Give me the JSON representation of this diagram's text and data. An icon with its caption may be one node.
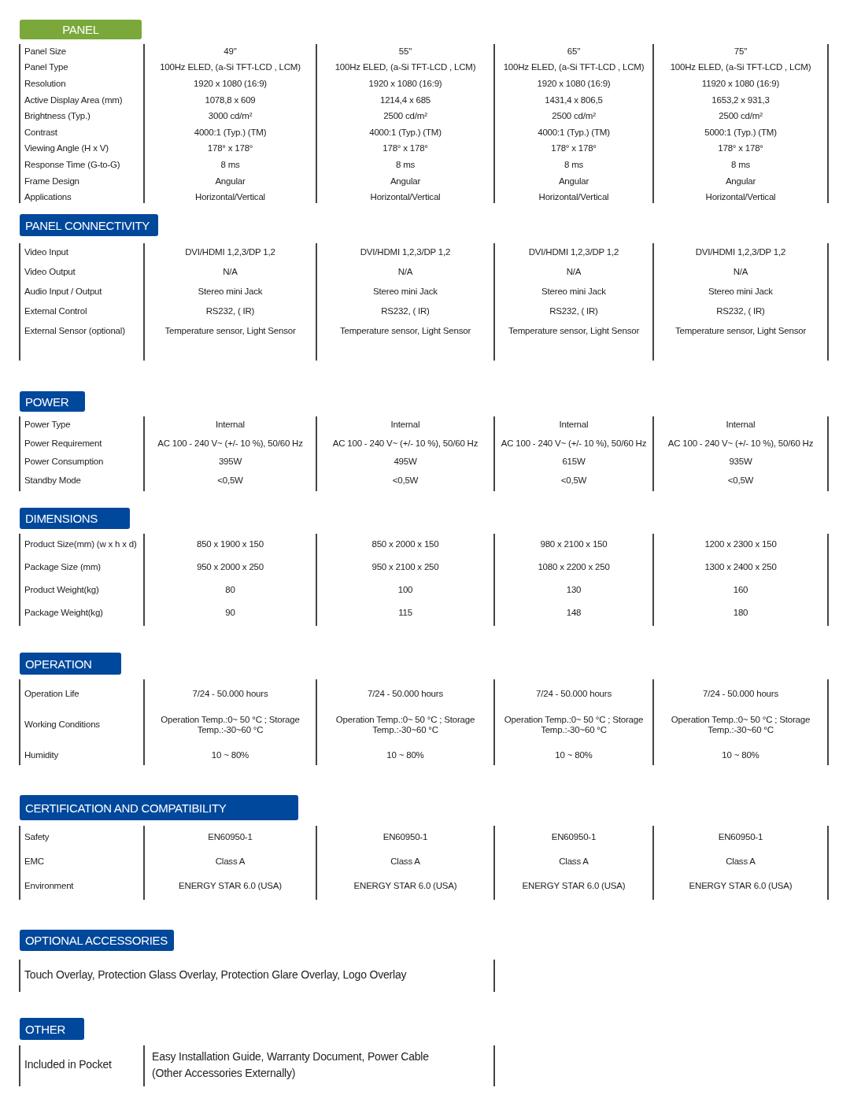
{
  "diagram": {
    "nodes": [
      {
        "text": [
          "PANEL"
        ]
      },
      {
        "text": [
          "PANEL CONNECTIVITY"
        ]
      },
      {
        "text": [
          "POWER"
        ]
      },
      {
        "text": [
          "DIMENSIONS"
        ]
      },
      {
        "text": [
          "OPERATION"
        ]
      },
      {
        "text": [
          "CERTIFICATION AND COMPATIBILITY"
        ]
      },
      {
        "text": [
          "OPTIONAL ACCESSORIES"
        ]
      },
      {
        "text": [
          "OTHER"
        ]
      }
    ],
    "labels": [
      "Panel Size",
      "49\"",
      "55\"",
      "65\"",
      "75\"",
      "Panel Type",
      "100Hz ELED,  (a-Si TFT-LCD , LCM)",
      "100Hz ELED,  (a-Si TFT-LCD , LCM)",
      "100Hz ELED,  (a-Si TFT-LCD , LCM)",
      "100Hz ELED,  (a-Si TFT-LCD , LCM)",
      "Resolution",
      "1920 x 1080 (16:9)",
      "1920 x 1080 (16:9)",
      "1920 x 1080 (16:9)",
      "11920 x 1080 (16:9)",
      "Active Display Area (mm)",
      "1078,8 x 609",
      "1214,4 x 685",
      "1431,4 x 806,5",
      "1653,2 x 931,3",
      "Brightness (Typ.)",
      "3000 cd/m²",
      "2500 cd/m²",
      "2500 cd/m²",
      "2500 cd/m²",
      "Contrast",
      "4000:1 (Typ.) (TM)",
      "4000:1 (Typ.) (TM)",
      "4000:1 (Typ.) (TM)",
      "5000:1 (Typ.) (TM)",
      "Viewing Angle (H x V)",
      "178° x 178°",
      "178° x 178°",
      "178° x 178°",
      "178° x 178°",
      "Response Time (G-to-G)",
      "8 ms",
      "8 ms",
      "8 ms",
      "8 ms",
      "Frame Design",
      "Angular",
      "Angular",
      "Angular",
      "Angular",
      "Applications",
      "Horizontal/Vertical",
      "Horizontal/Vertical",
      "Horizontal/Vertical",
      "Horizontal/Vertical",
      "Video Input",
      "DVI/HDMI 1,2,3/DP 1,2",
      "DVI/HDMI 1,2,3/DP 1,2",
      "DVI/HDMI 1,2,3/DP 1,2",
      "DVI/HDMI 1,2,3/DP 1,2",
      "Video Output",
      "N/A",
      "N/A",
      "N/A",
      "N/A",
      "Audio Input / Output",
      "Stereo mini Jack",
      "Stereo mini Jack",
      "Stereo mini Jack",
      "Stereo mini Jack",
      "External Control",
      "RS232, ( IR)",
      "RS232, ( IR)",
      "RS232, ( IR)",
      "RS232, ( IR)",
      "External Sensor (optional)",
      "Temperature sensor, Light Sensor",
      "Temperature sensor, Light Sensor",
      "Temperature sensor, Light Sensor",
      "Temperature sensor, Light Sensor",
      "Power Type",
      "Internal",
      "Internal",
      "Internal",
      "Internal",
      "Power Requirement",
      "AC 100 - 240 V~ (+/- 10 %), 50/60 Hz",
      "AC 100 - 240 V~ (+/- 10 %), 50/60 Hz",
      "AC 100 - 240 V~ (+/- 10 %), 50/60 Hz",
      "AC 100 - 240 V~ (+/- 10 %), 50/60 Hz",
      "Power Consumption",
      "395W",
      "495W",
      "615W",
      "935W",
      "Standby Mode",
      "<0,5W",
      "<0,5W",
      "<0,5W",
      "<0,5W",
      "Product Size(mm) (w x h x d)",
      "850 x 1900 x 150",
      "850 x 2000 x 150",
      "980 x 2100 x 150",
      "1200 x 2300 x 150",
      "Package Size (mm)",
      "950 x 2000 x 250",
      "950 x 2100 x 250",
      "1080 x 2200 x 250",
      "1300 x 2400 x 250",
      "Product  Weight(kg)",
      "80",
      "100",
      "130",
      "160",
      "Package Weight(kg)",
      "90",
      "115",
      "148",
      "180",
      "Operation Life",
      "7/24 - 50.000 hours",
      "7/24 - 50.000 hours",
      "7/24 - 50.000 hours",
      "7/24 - 50.000 hours",
      "Working Conditions",
      "Operation Temp.:0~ 50 °C ; Storage Temp.:-30~60 °C",
      "Operation Temp.:0~ 50 °C ; Storage Temp.:-30~60 °C",
      "Operation Temp.:0~ 50 °C ; Storage Temp.:-30~60 °C",
      "Operation Temp.:0~ 50 °C ; Storage Temp.:-30~60 °C",
      "Humidity",
      "10 ~ 80%",
      "10 ~ 80%",
      "10 ~ 80%",
      "10 ~ 80%",
      "Safety",
      "EN60950-1",
      "EN60950-1",
      "EN60950-1",
      "EN60950-1",
      "EMC",
      "Class A",
      "Class A",
      "Class A",
      "Class A",
      "Environment",
      "ENERGY STAR 6.0 (USA)",
      "ENERGY STAR 6.0 (USA)",
      "ENERGY STAR 6.0 (USA)",
      "ENERGY STAR 6.0 (USA)",
      "Touch Overlay, Protection Glass Overlay, Protection Glare Overlay, Logo Overlay",
      "Included in Pocket",
      "Easy Installation Guide, Warranty Document, Power Cable (Other Accessories Externally)"
    ]
  }
}
